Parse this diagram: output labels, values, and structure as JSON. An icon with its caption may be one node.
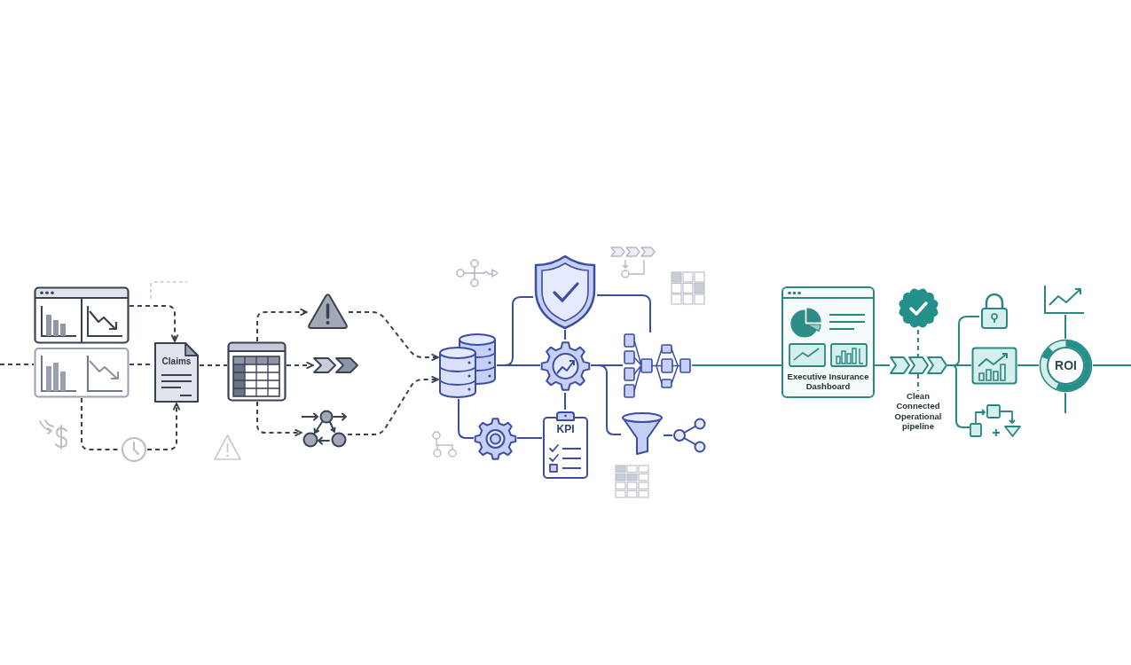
{
  "diagram": {
    "nodes": [
      {
        "text": [],
        "shape": "picture"
      },
      {
        "text": [],
        "shape": "picture"
      },
      {
        "text": [
          "Claims"
        ]
      },
      {
        "text": [],
        "shape": "picture"
      },
      {
        "text": [],
        "shape": "picture"
      },
      {
        "text": [],
        "shape": "picture"
      },
      {
        "text": [],
        "shape": "picture"
      },
      {
        "text": [],
        "shape": "cylinder"
      },
      {
        "text": [],
        "shape": "picture"
      },
      {
        "text": [],
        "shape": "picture"
      },
      {
        "text": [],
        "shape": "picture"
      },
      {
        "text": [
          "KPI"
        ]
      },
      {
        "text": [],
        "shape": "picture"
      },
      {
        "text": [],
        "shape": "picture"
      },
      {
        "text": [],
        "shape": "picture"
      },
      {
        "text": [
          "Executive Insurance Dashboard"
        ]
      },
      {
        "text": [],
        "shape": "picture"
      },
      {
        "text": [],
        "shape": "picture"
      },
      {
        "text": [
          "Clean Connected Operational pipeline"
        ]
      },
      {
        "text": [],
        "shape": "picture"
      },
      {
        "text": [],
        "shape": "picture"
      },
      {
        "text": [],
        "shape": "picture"
      },
      {
        "text": [],
        "shape": "picture"
      },
      {
        "text": [
          "ROI"
        ]
      }
    ],
    "edges": [
      {
        "from": null,
        "to": 0,
        "arrow": "none",
        "style": "dashed"
      },
      {
        "from": 0,
        "to": 2,
        "arrow": "none",
        "style": "dashed"
      },
      {
        "from": 0,
        "to": 2,
        "arrow": "to",
        "style": "dashed"
      },
      {
        "from": 0,
        "to": 1,
        "arrow": "none",
        "style": "dashed"
      },
      {
        "from": 1,
        "to": 2,
        "arrow": "to",
        "style": "dashed"
      },
      {
        "from": 2,
        "to": 3,
        "arrow": "none",
        "style": "dashed"
      },
      {
        "from": 3,
        "to": 4,
        "arrow": "to",
        "style": "dashed"
      },
      {
        "from": 3,
        "to": 5,
        "arrow": "to",
        "style": "dashed"
      },
      {
        "from": 3,
        "to": 6,
        "arrow": "to",
        "style": "dashed"
      },
      {
        "from": 4,
        "to": 7,
        "arrow": "to",
        "style": "dashed"
      },
      {
        "from": 6,
        "to": 7,
        "arrow": "to",
        "style": "dashed"
      },
      {
        "from": 7,
        "to": 8,
        "arrow": "none",
        "color": "#3c4da3"
      },
      {
        "from": 7,
        "to": 9,
        "arrow": "none",
        "color": "#3c4da3"
      },
      {
        "from": 7,
        "to": 10,
        "arrow": "none",
        "color": "#3c4da3"
      },
      {
        "from": 10,
        "to": 11,
        "arrow": "none",
        "color": "#3c4da3"
      },
      {
        "from": 8,
        "to": 9,
        "arrow": "none",
        "color": "#3c4da3"
      },
      {
        "from": 9,
        "to": 11,
        "arrow": "none",
        "color": "#3c4da3"
      },
      {
        "from": 8,
        "to": 12,
        "arrow": "none",
        "color": "#3c4da3"
      },
      {
        "from": 9,
        "to": 12,
        "arrow": "none",
        "color": "#3c4da3"
      },
      {
        "from": 9,
        "to": 13,
        "arrow": "none",
        "color": "#3c4da3"
      },
      {
        "from": 13,
        "to": 14,
        "arrow": "none",
        "color": "#3c4da3"
      },
      {
        "from": 12,
        "to": 15,
        "arrow": "none",
        "color": "#2a8781"
      },
      {
        "from": 15,
        "to": 17,
        "arrow": "none",
        "color": "#2a8781"
      },
      {
        "from": 16,
        "to": 17,
        "arrow": "none",
        "style": "dashed",
        "color": "#2a8781"
      },
      {
        "from": 17,
        "to": 18,
        "arrow": "none",
        "style": "dashed",
        "color": "#2a8781"
      },
      {
        "from": 17,
        "to": 19,
        "arrow": "none",
        "color": "#2a8781"
      },
      {
        "from": 17,
        "to": 20,
        "arrow": "none",
        "color": "#2a8781"
      },
      {
        "from": 17,
        "to": 21,
        "arrow": "none",
        "color": "#2a8781"
      },
      {
        "from": 20,
        "to": 23,
        "arrow": "none",
        "color": "#2a8781"
      },
      {
        "from": 22,
        "to": 23,
        "arrow": "none",
        "color": "#2a8781"
      },
      {
        "from": 23,
        "to": null,
        "arrow": "none",
        "color": "#2a8781"
      },
      {
        "from": 23,
        "to": null,
        "arrow": "none",
        "color": "#2a8781"
      }
    ]
  }
}
